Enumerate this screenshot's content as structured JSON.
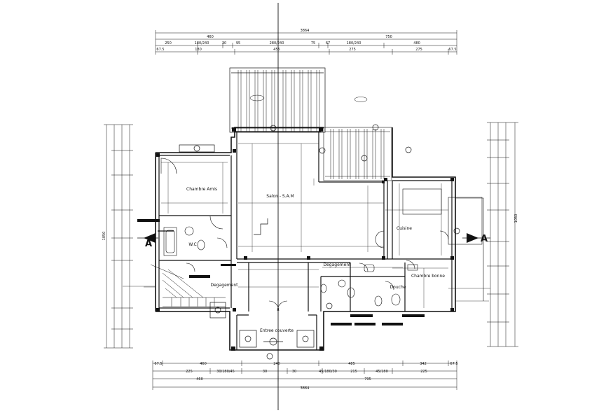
{
  "dimensions": {
    "top_total": "3864",
    "top_row2_a": "460",
    "top_row2_b": "750",
    "top_row3": [
      "250",
      "180/240",
      "30",
      "95",
      "280/240",
      "75",
      "67",
      "180/240",
      "480"
    ],
    "top_row4": [
      "67.5",
      "180",
      "455",
      "275",
      "275",
      "67.5"
    ],
    "bottom_total": "3864",
    "bottom_row1": [
      "67.5",
      "460",
      "240",
      "485",
      "342",
      "67.5"
    ],
    "bottom_row2": [
      "225",
      "30/180/45",
      "30",
      "30",
      "45/180/30",
      "215",
      "45/180",
      "225"
    ],
    "bottom_row3_a": "460",
    "bottom_row3_b": "795",
    "left_total": "1050",
    "right_total": "1050"
  },
  "rooms": {
    "chambre_amis": "Chambre Amis",
    "salon": "Salon - S.A.M",
    "cuisine": "Cuisine",
    "degagement_right": "Degagement",
    "degagement_left": "Degagement",
    "chambre_bonne": "Chambre bonne",
    "entree": "Entree couverte",
    "wc": "W.C",
    "douche": "Douche"
  },
  "section_markers": {
    "left": "A",
    "right": "A"
  },
  "colors": {
    "line": "#111111",
    "background": "#ffffff",
    "hatch": "#333333"
  }
}
